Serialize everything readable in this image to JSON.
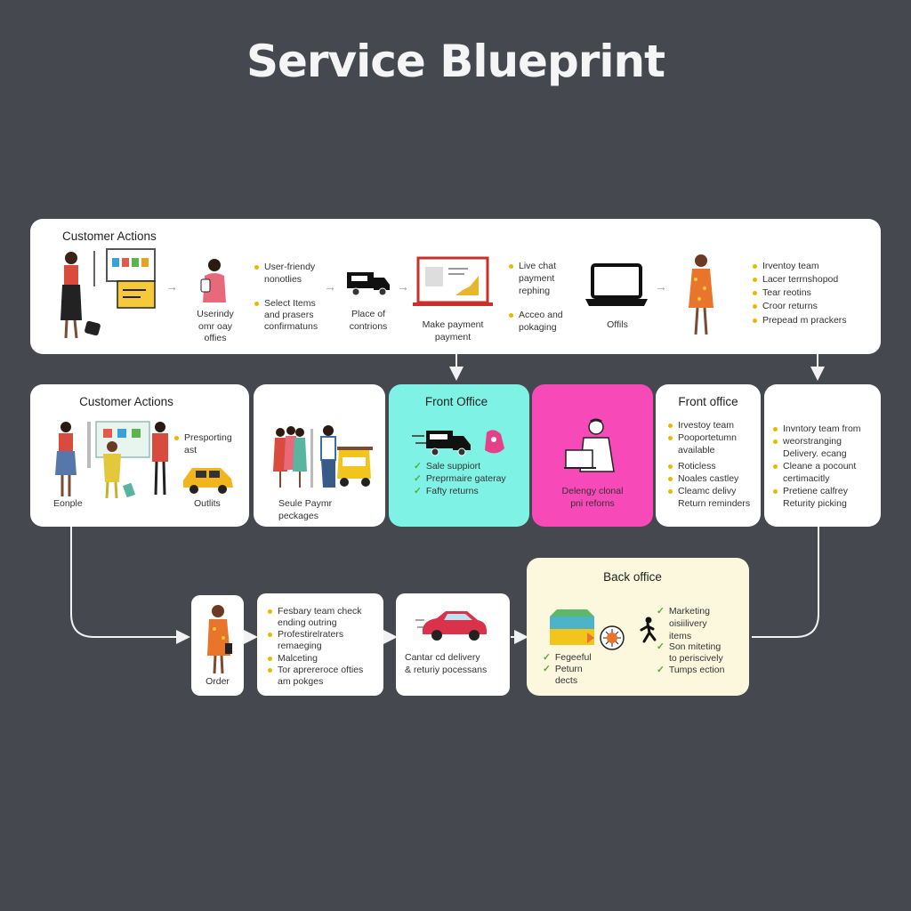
{
  "title": "Service Blueprint",
  "top_lane": {
    "header": "Customer Actions",
    "steps": [
      {
        "label": "Userindy\nomr oay\noffies"
      },
      {
        "label": "Place of\ncontrions"
      },
      {
        "label": "Make payment\npayment"
      },
      {
        "label": "Offils"
      }
    ],
    "notes1": [
      "User-friendy",
      "nonotlies",
      "Select Items",
      "and prasers",
      "confirmatuns"
    ],
    "notes2": [
      "Live chat",
      "payment",
      "rephing",
      "Acceo and",
      "pokaging"
    ],
    "notes3": [
      "Irventoy team",
      "Lacer terrnshopod",
      "Tear reotins",
      "Croor returns",
      "Prepead m prackers"
    ]
  },
  "middle": {
    "card1": {
      "header": "Customer Actions",
      "note": [
        "Presporting",
        "ast"
      ],
      "caption_left": "Eonple",
      "caption_right": "Outlits"
    },
    "card2": {
      "caption": "Seule Paymr\npeckages"
    },
    "card3": {
      "header": "Front Office",
      "checks": [
        "Sale suppiort",
        "Preprmaire gateray",
        "Fafty returns"
      ],
      "color": "#7ff2e6"
    },
    "card4": {
      "caption": "Delengy clonal\npni reforns",
      "color": "#f74ab8"
    },
    "card5": {
      "header": "Front office",
      "items": [
        "Irvestoy team",
        "Pooportetumn",
        "available",
        "Roticless",
        "Noales castley",
        "Cleamc delivy",
        "Return reminders"
      ]
    },
    "card6": {
      "items": [
        "Invntory team from",
        "weorstranging",
        "Delivery. ecang",
        "Cleane a pocount",
        "certimacitly",
        "Pretiene calfrey",
        "Returity picking"
      ]
    }
  },
  "bottom": {
    "order": {
      "caption": "Order"
    },
    "list": [
      "Fesbary team check",
      "ending outring",
      "Profestirelraters",
      "remaeging",
      "Malceting",
      "Tor aprereroce ofties",
      "am pokges"
    ],
    "delivery": {
      "caption": "Cantar cd delivery\n& returiy pocessans"
    },
    "back": {
      "header": "Back office",
      "left_checks": [
        "Fegeeful",
        "Peturn",
        "dects"
      ],
      "right_checks": [
        "Marketing",
        "oisiilivery",
        "items",
        "Son miteting",
        "to periscively",
        "Tumps ection"
      ],
      "color": "#fbf8de"
    }
  },
  "colors": {
    "background": "#45484f",
    "front_office": "#7ff2e6",
    "pink": "#f74ab8",
    "back_office": "#fbf8de",
    "bullet": "#e8b900",
    "check": "#5aa830"
  }
}
